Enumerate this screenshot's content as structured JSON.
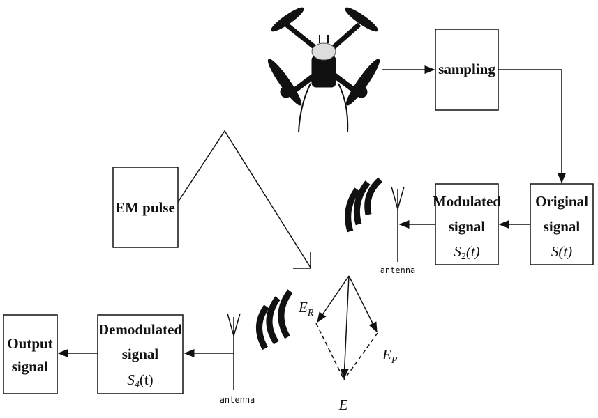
{
  "boxes": {
    "sampling": "sampling",
    "em_pulse": "EM pulse",
    "modulated": [
      "Modulated",
      "signal",
      "S",
      "2",
      "(t)"
    ],
    "original": [
      "Original",
      "signal",
      "S(t)"
    ],
    "demodulated": [
      "Demodulated",
      "signal",
      "S",
      "4",
      "(t)"
    ],
    "output": [
      "Output",
      "signal"
    ]
  },
  "antenna_labels": [
    "antenna",
    "antenna"
  ],
  "vectors": {
    "er": [
      "E",
      "R"
    ],
    "ep": [
      "E",
      "P"
    ],
    "e": "E"
  }
}
